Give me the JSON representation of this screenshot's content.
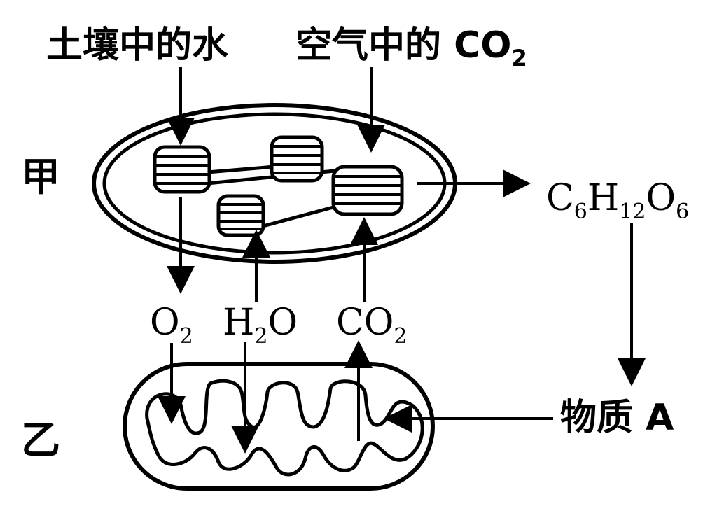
{
  "labels": {
    "soil_water": "土壤中的水",
    "air_co2_prefix": "空气中的 CO",
    "air_co2_sub": "2",
    "organelle_a": "甲",
    "organelle_b": "乙",
    "glucose": {
      "c": "C",
      "c_sub": "6",
      "h": "H",
      "h_sub": "12",
      "o": "O",
      "o_sub": "6"
    },
    "o2": {
      "base": "O",
      "sub": "2"
    },
    "h2o": {
      "h": "H",
      "sub": "2",
      "o": "O"
    },
    "co2": {
      "base": "CO",
      "sub": "2"
    },
    "substance_a": "物质 A"
  }
}
